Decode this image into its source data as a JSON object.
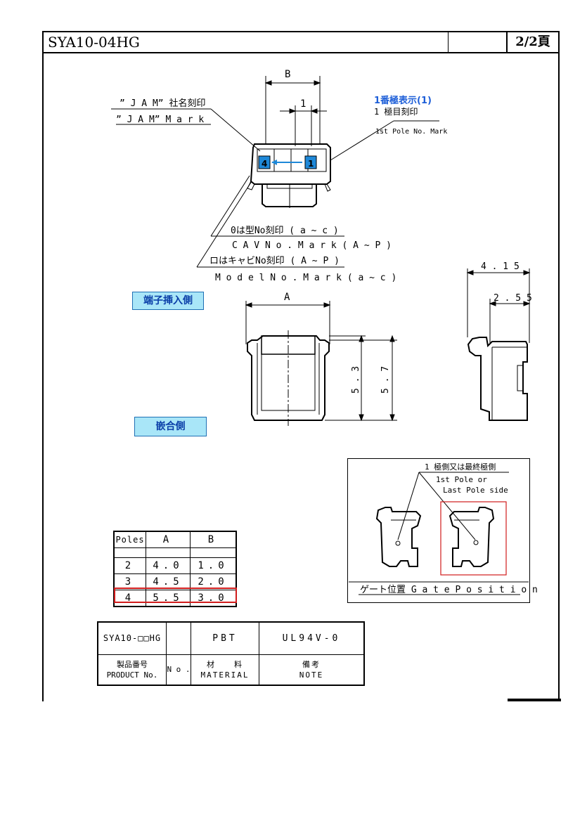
{
  "header": {
    "part_number": "SYA10-04HG",
    "page": "2/2頁"
  },
  "top_view": {
    "dim_b": "B",
    "dim_1": "1",
    "jam_mark_jp": "” J A M” 社名刻印",
    "jam_mark_en": "” J A M”   M a r k",
    "pole_display": "1番極表示(1)",
    "pole_jp": "1 極目刻印",
    "pole_en": "1st Pole No. Mark",
    "pole_num_left": "4",
    "pole_num_right": "1",
    "cav_jp": "0は型No刻印 ( a ~ c )",
    "cav_en": "C A V   N o .   M a r k ( A ~ P )",
    "model_jp": "ロはキャビNo刻印 ( A ~ P )",
    "model_en": "M o d e l   N o .   M a r k ( a ~ c )"
  },
  "labels": {
    "terminal_side": "端子挿入側",
    "mating_side": "嵌合側"
  },
  "front_view": {
    "dim_a": "A",
    "dim_53": "5 . 3",
    "dim_57": "5 . 7"
  },
  "side_view": {
    "dim_415": "4 . 1 5",
    "dim_255": "2 . 5 5"
  },
  "gate": {
    "label_jp": "1 極側又は最終極側",
    "label_en1": "1st Pole or",
    "label_en2": "Last Pole side",
    "caption": "ゲート位置  G a t e   P o s i t i o n"
  },
  "pole_table": {
    "headers": [
      "Poles",
      "A",
      "B"
    ],
    "rows": [
      [
        "2",
        "4.0",
        "1.0"
      ],
      [
        "3",
        "4.5",
        "2.0"
      ],
      [
        "4",
        "5.5",
        "3.0"
      ]
    ]
  },
  "info_table": {
    "values": [
      "SYA10-□□HG",
      "",
      "PBT",
      "UL94V-0"
    ],
    "labels": [
      {
        "jp": "製品番号",
        "en": "PRODUCT No."
      },
      {
        "jp": "",
        "en": "N o ."
      },
      {
        "jp": "材　　料",
        "en": "MATERIAL"
      },
      {
        "jp": "備考",
        "en": "NOTE"
      }
    ]
  },
  "colors": {
    "badge_fill": "#a9e6f8",
    "badge_text": "#0a3ea8",
    "highlight_red": "#d01c1c",
    "pole_blue": "#1e88d8"
  }
}
